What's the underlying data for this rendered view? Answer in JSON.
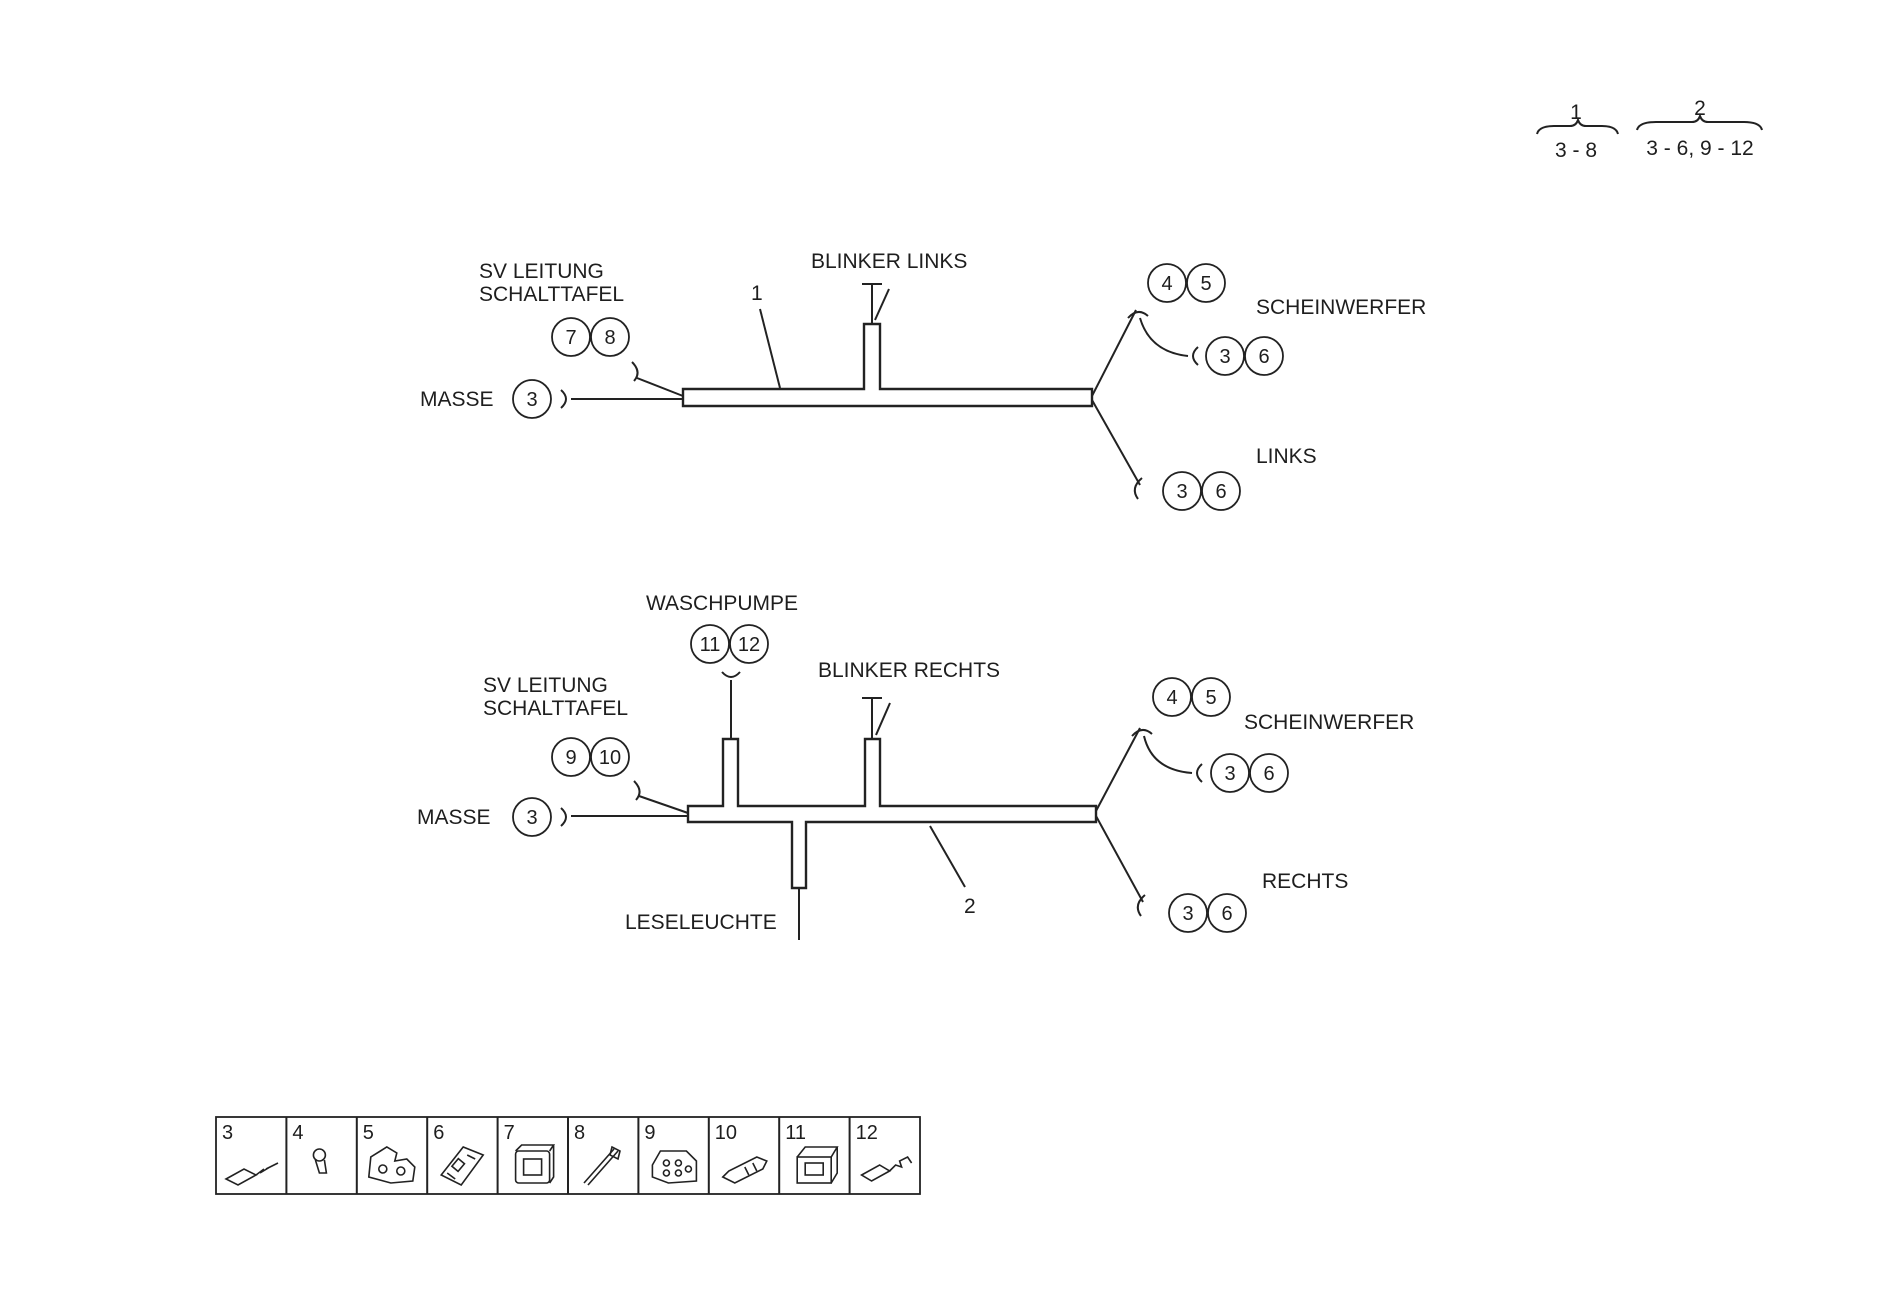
{
  "legend": {
    "items": [
      {
        "number": "1",
        "range": "3 - 8"
      },
      {
        "number": "2",
        "range": "3 - 6, 9 - 12"
      }
    ]
  },
  "harness1": {
    "number": "1",
    "sv_leitung": "SV LEITUNG",
    "schalttafel": "SCHALTTAFEL",
    "sv_connectors": [
      "7",
      "8"
    ],
    "masse": "MASSE",
    "masse_connector": "3",
    "blinker": "BLINKER LINKS",
    "top_connectors": [
      "4",
      "5"
    ],
    "scheinwerfer": "SCHEINWERFER",
    "mid_connectors": [
      "3",
      "6"
    ],
    "side": "LINKS",
    "bottom_connectors": [
      "3",
      "6"
    ]
  },
  "harness2": {
    "number": "2",
    "waschpumpe": "WASCHPUMPE",
    "waschpumpe_connectors": [
      "11",
      "12"
    ],
    "sv_leitung": "SV LEITUNG",
    "schalttafel": "SCHALTTAFEL",
    "sv_connectors": [
      "9",
      "10"
    ],
    "masse": "MASSE",
    "masse_connector": "3",
    "blinker": "BLINKER RECHTS",
    "top_connectors": [
      "4",
      "5"
    ],
    "scheinwerfer": "SCHEINWERFER",
    "mid_connectors": [
      "3",
      "6"
    ],
    "side": "RECHTS",
    "bottom_connectors": [
      "3",
      "6"
    ],
    "leseleuchte": "LESELEUCHTE"
  },
  "parts_table": {
    "parts": [
      {
        "number": "3",
        "icon": "flat-terminal-icon"
      },
      {
        "number": "4",
        "icon": "ring-terminal-icon"
      },
      {
        "number": "5",
        "icon": "connector-housing-icon"
      },
      {
        "number": "6",
        "icon": "plug-housing-icon"
      },
      {
        "number": "7",
        "icon": "socket-housing-icon"
      },
      {
        "number": "8",
        "icon": "pin-terminal-icon"
      },
      {
        "number": "9",
        "icon": "multi-pin-connector-icon"
      },
      {
        "number": "10",
        "icon": "bullet-connector-icon"
      },
      {
        "number": "11",
        "icon": "rectangular-housing-icon"
      },
      {
        "number": "12",
        "icon": "crimp-terminal-icon"
      }
    ]
  }
}
